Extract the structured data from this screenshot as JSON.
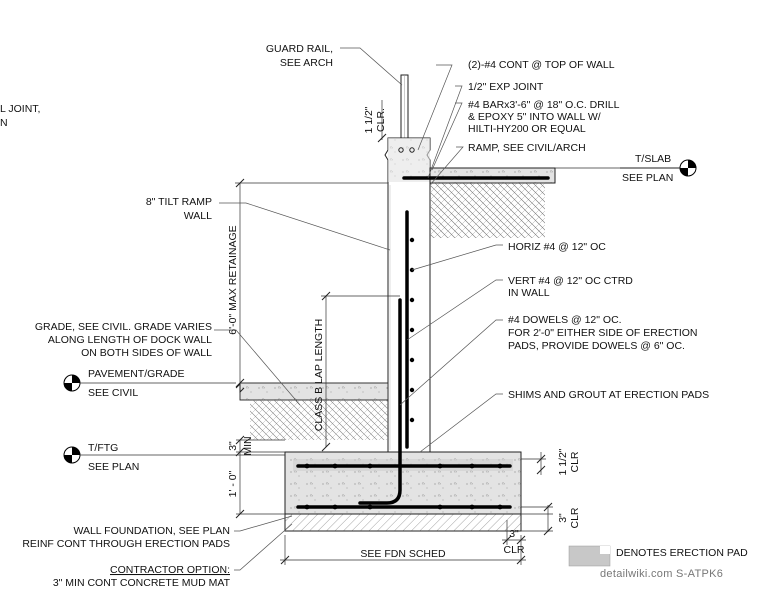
{
  "labels": {
    "partial_left_1": "L JOINT,",
    "partial_left_2": "N",
    "guard_rail_1": "GUARD RAIL,",
    "guard_rail_2": "SEE ARCH",
    "cont_top": "(2)-#4 CONT @ TOP OF WALL",
    "exp_joint": "1/2\" EXP JOINT",
    "bar_1": "#4 BARx3'-6\" @ 18\" O.C. DRILL",
    "bar_2": "& EPOXY 5\" INTO WALL W/",
    "bar_3": "HILTI-HY200 OR EQUAL",
    "ramp": "RAMP, SEE CIVIL/ARCH",
    "tslab": "T/SLAB",
    "see_plan_1": "SEE PLAN",
    "tilt_1": "8\" TILT RAMP",
    "tilt_2": "WALL",
    "horiz": "HORIZ #4 @ 12\" OC",
    "vert_1": "VERT #4 @ 12\" OC CTRD",
    "vert_2": "IN WALL",
    "grade_1": "GRADE, SEE CIVIL. GRADE VARIES",
    "grade_2": "ALONG LENGTH OF DOCK WALL",
    "grade_3": "ON BOTH SIDES OF WALL",
    "dowels_1": "#4 DOWELS @ 12\" OC.",
    "dowels_2": "FOR 2'-0\" EITHER SIDE OF ERECTION",
    "dowels_3": "PADS, PROVIDE DOWELS @ 6\" OC.",
    "pavement": "PAVEMENT/GRADE",
    "see_civil": "SEE CIVIL",
    "shims": "SHIMS AND GROUT AT ERECTION PADS",
    "tftg": "T/FTG",
    "see_plan_2": "SEE PLAN",
    "wall_fdn_1": "WALL FOUNDATION, SEE PLAN",
    "wall_fdn_2": "REINF CONT THROUGH ERECTION PADS",
    "contractor": "CONTRACTOR OPTION:",
    "mud_mat": "3\" MIN CONT CONCRETE MUD MAT",
    "see_fdn": "SEE FDN SCHED",
    "erection_pad": "DENOTES ERECTION PAD"
  },
  "dims": {
    "clr_top": "1 1/2\"",
    "clr_top_b": "CLR.",
    "six_ft": "6'-0\" MAX RETAINAGE",
    "class_b": "CLASS B LAP LENGTH",
    "three_min_a": "3\"",
    "three_min_b": "MIN",
    "one_ft": "1' - 0\"",
    "one_half_a": "1 1/2\"",
    "one_half_b": "CLR",
    "three_clr_a": "3\"",
    "three_clr_b": "CLR",
    "three_bottom": "3\"",
    "clr_bottom": "CLR"
  },
  "watermark": "detailwiki.com  S-ATPK6",
  "colors": {
    "line": "#222222",
    "rebar": "#000000",
    "concrete": "#d9d9d9",
    "pad": "#c8c8c8"
  }
}
